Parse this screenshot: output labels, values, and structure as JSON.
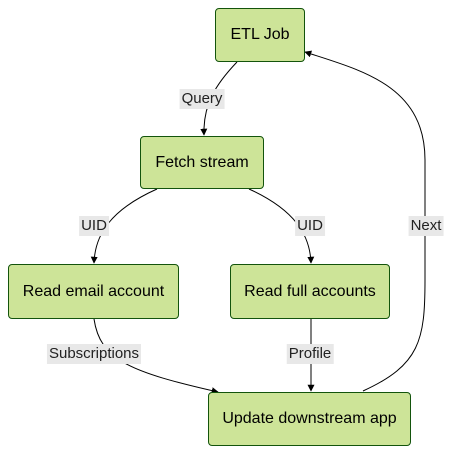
{
  "nodes": {
    "etl": "ETL Job",
    "fetch": "Fetch stream",
    "read_email": "Read email account",
    "read_full": "Read full accounts",
    "update": "Update downstream app"
  },
  "edges": {
    "query": "Query",
    "uid_left": "UID",
    "uid_right": "UID",
    "subscriptions": "Subscriptions",
    "profile": "Profile",
    "next": "Next"
  },
  "colors": {
    "node_fill": "#cde498",
    "node_border": "#13540c",
    "edge": "#000000",
    "label_bg": "#e8e8e8"
  }
}
